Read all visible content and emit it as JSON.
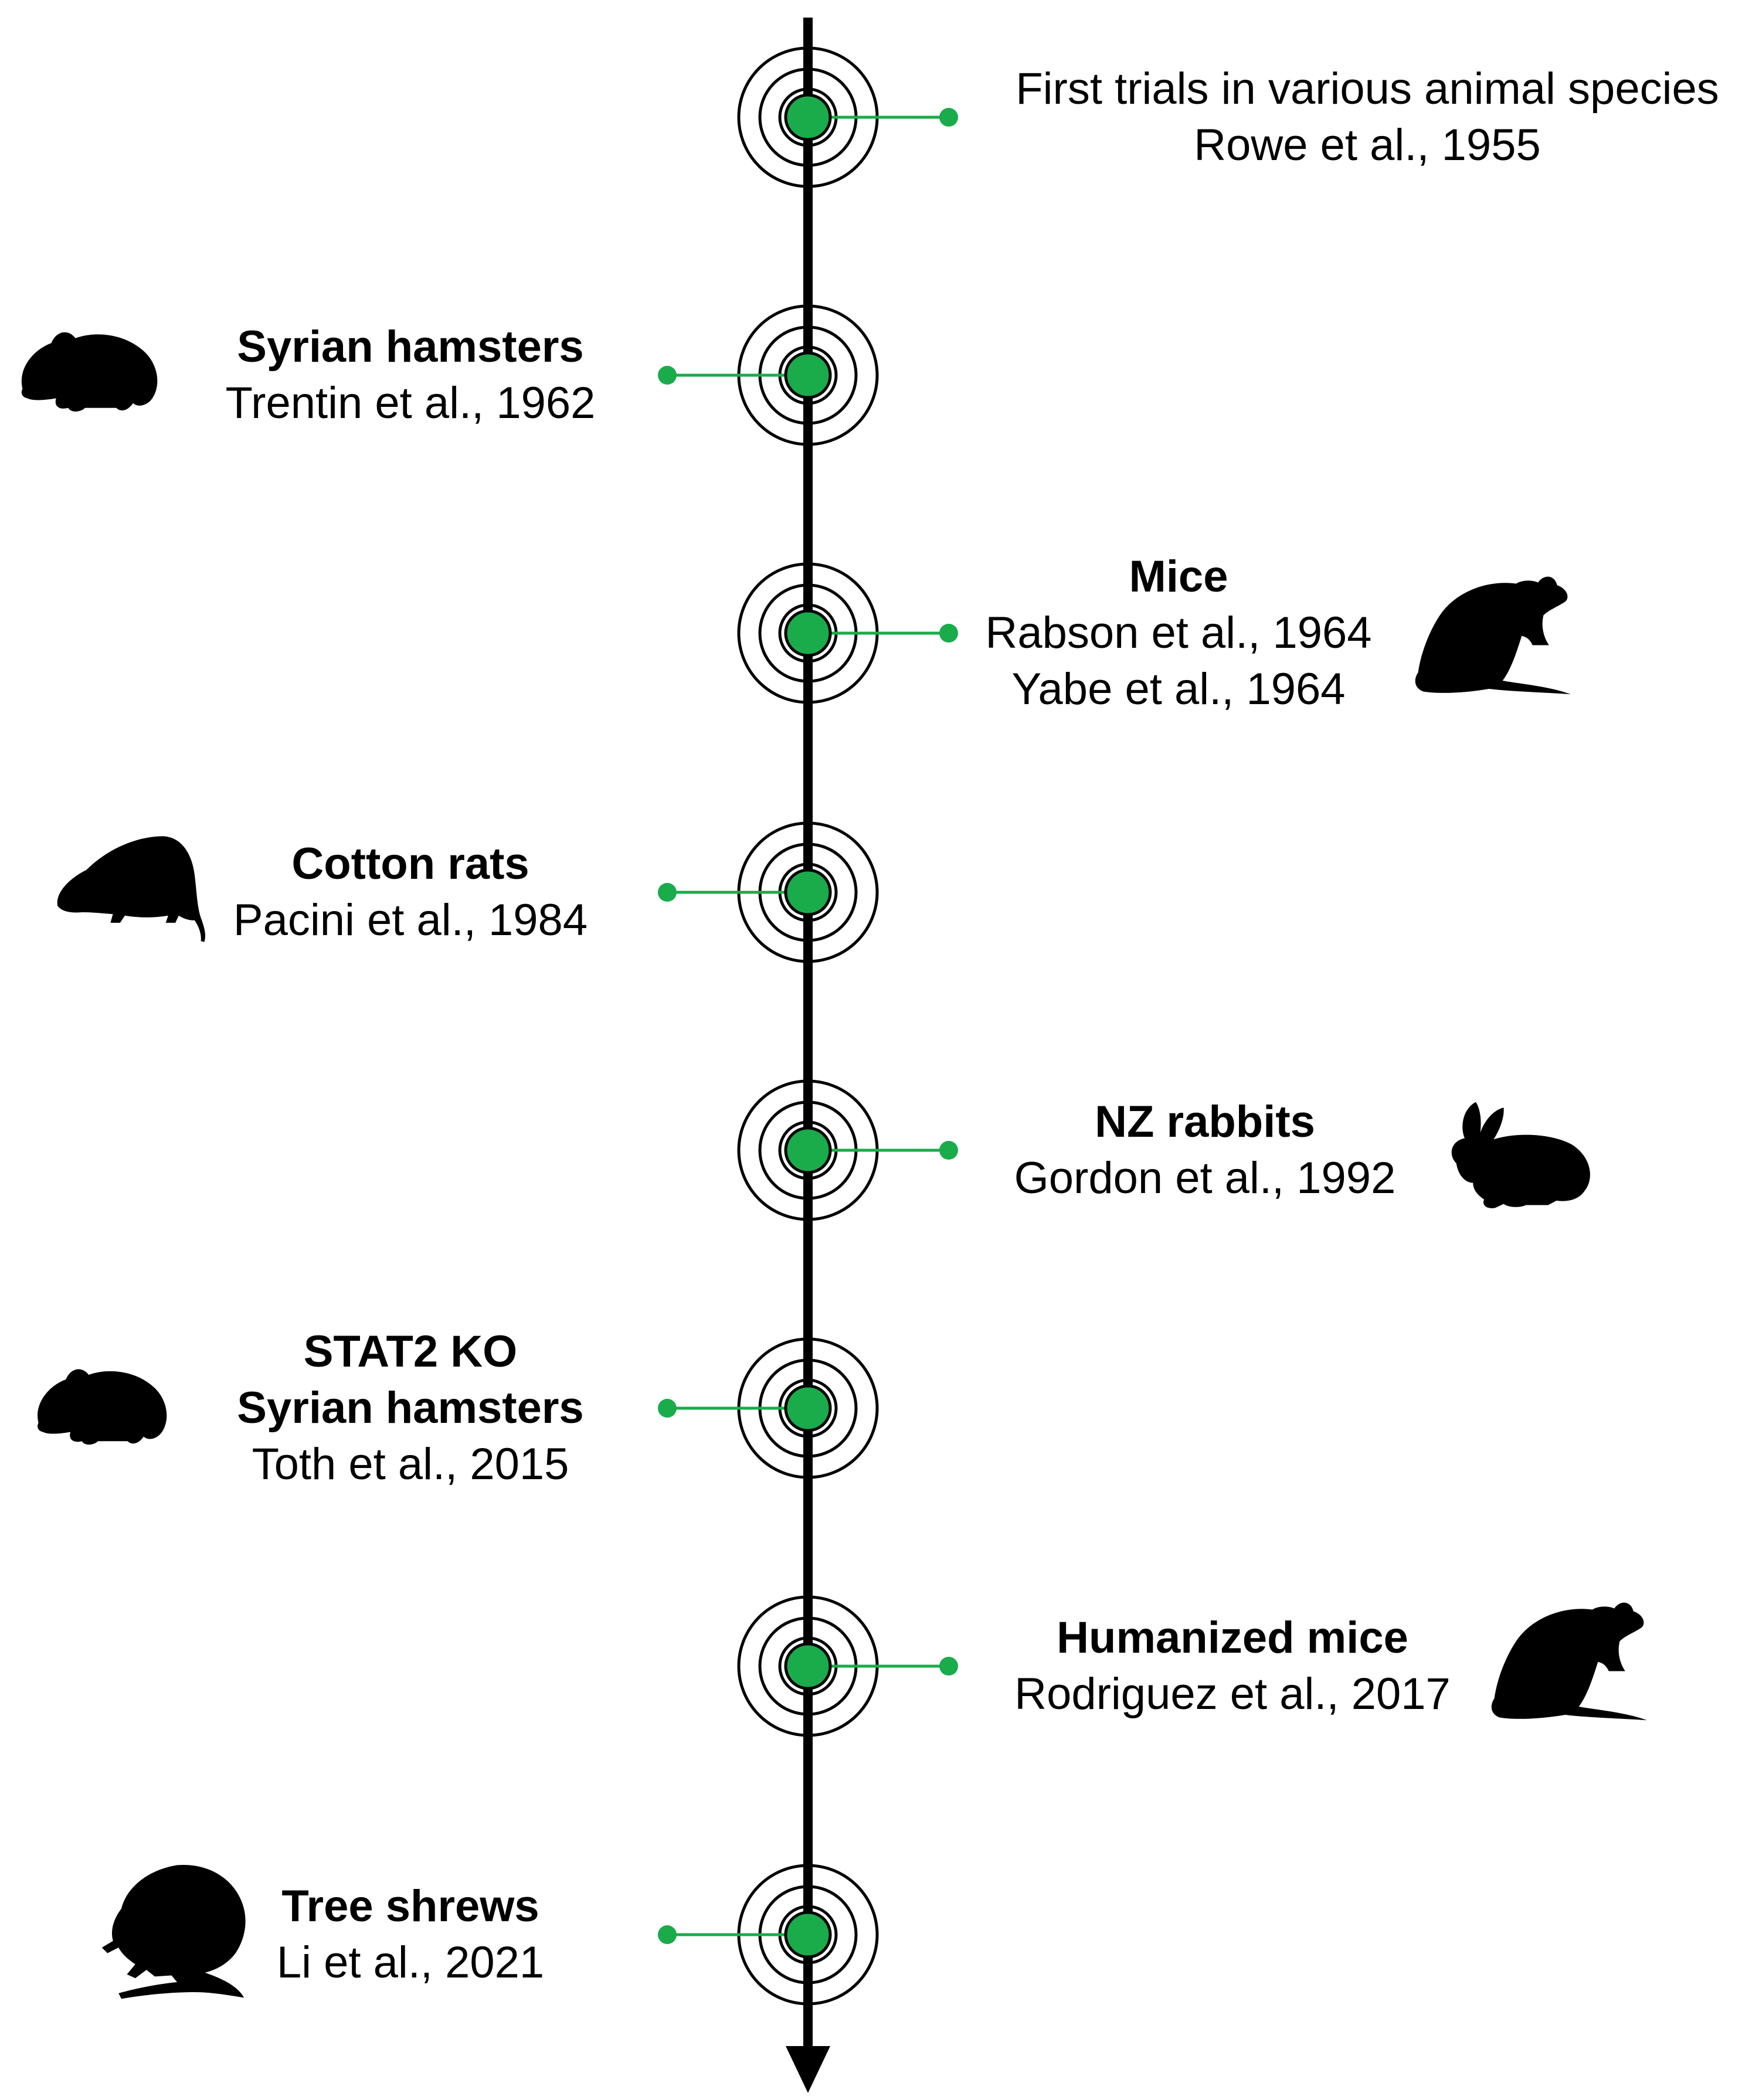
{
  "colors": {
    "axis": "#000000",
    "marker_fill": "#1aab4b",
    "connector": "#1aab4b",
    "silhouette": "#000000"
  },
  "events": [
    {
      "side": "right",
      "title": "",
      "lines": [
        "First trials in various animal species",
        "Rowe et al., 1955"
      ],
      "icon": ""
    },
    {
      "side": "left",
      "title": "Syrian hamsters",
      "lines": [
        "Trentin et al., 1962"
      ],
      "icon": "hamster-icon"
    },
    {
      "side": "right",
      "title": "Mice",
      "lines": [
        "Rabson et al., 1964",
        "Yabe et al., 1964"
      ],
      "icon": "mouse-icon"
    },
    {
      "side": "left",
      "title": "Cotton rats",
      "lines": [
        "Pacini et al., 1984"
      ],
      "icon": "cotton-rat-icon"
    },
    {
      "side": "right",
      "title": "NZ rabbits",
      "lines": [
        "Gordon et al., 1992"
      ],
      "icon": "rabbit-icon"
    },
    {
      "side": "left",
      "title": "STAT2 KO\nSyrian hamsters",
      "lines": [
        "Toth et al., 2015"
      ],
      "icon": "hamster-icon"
    },
    {
      "side": "right",
      "title": "Humanized mice",
      "lines": [
        "Rodriguez et al., 2017"
      ],
      "icon": "mouse-icon"
    },
    {
      "side": "left",
      "title": "Tree shrews",
      "lines": [
        "Li et al., 2021"
      ],
      "icon": "tree-shrew-icon"
    }
  ]
}
